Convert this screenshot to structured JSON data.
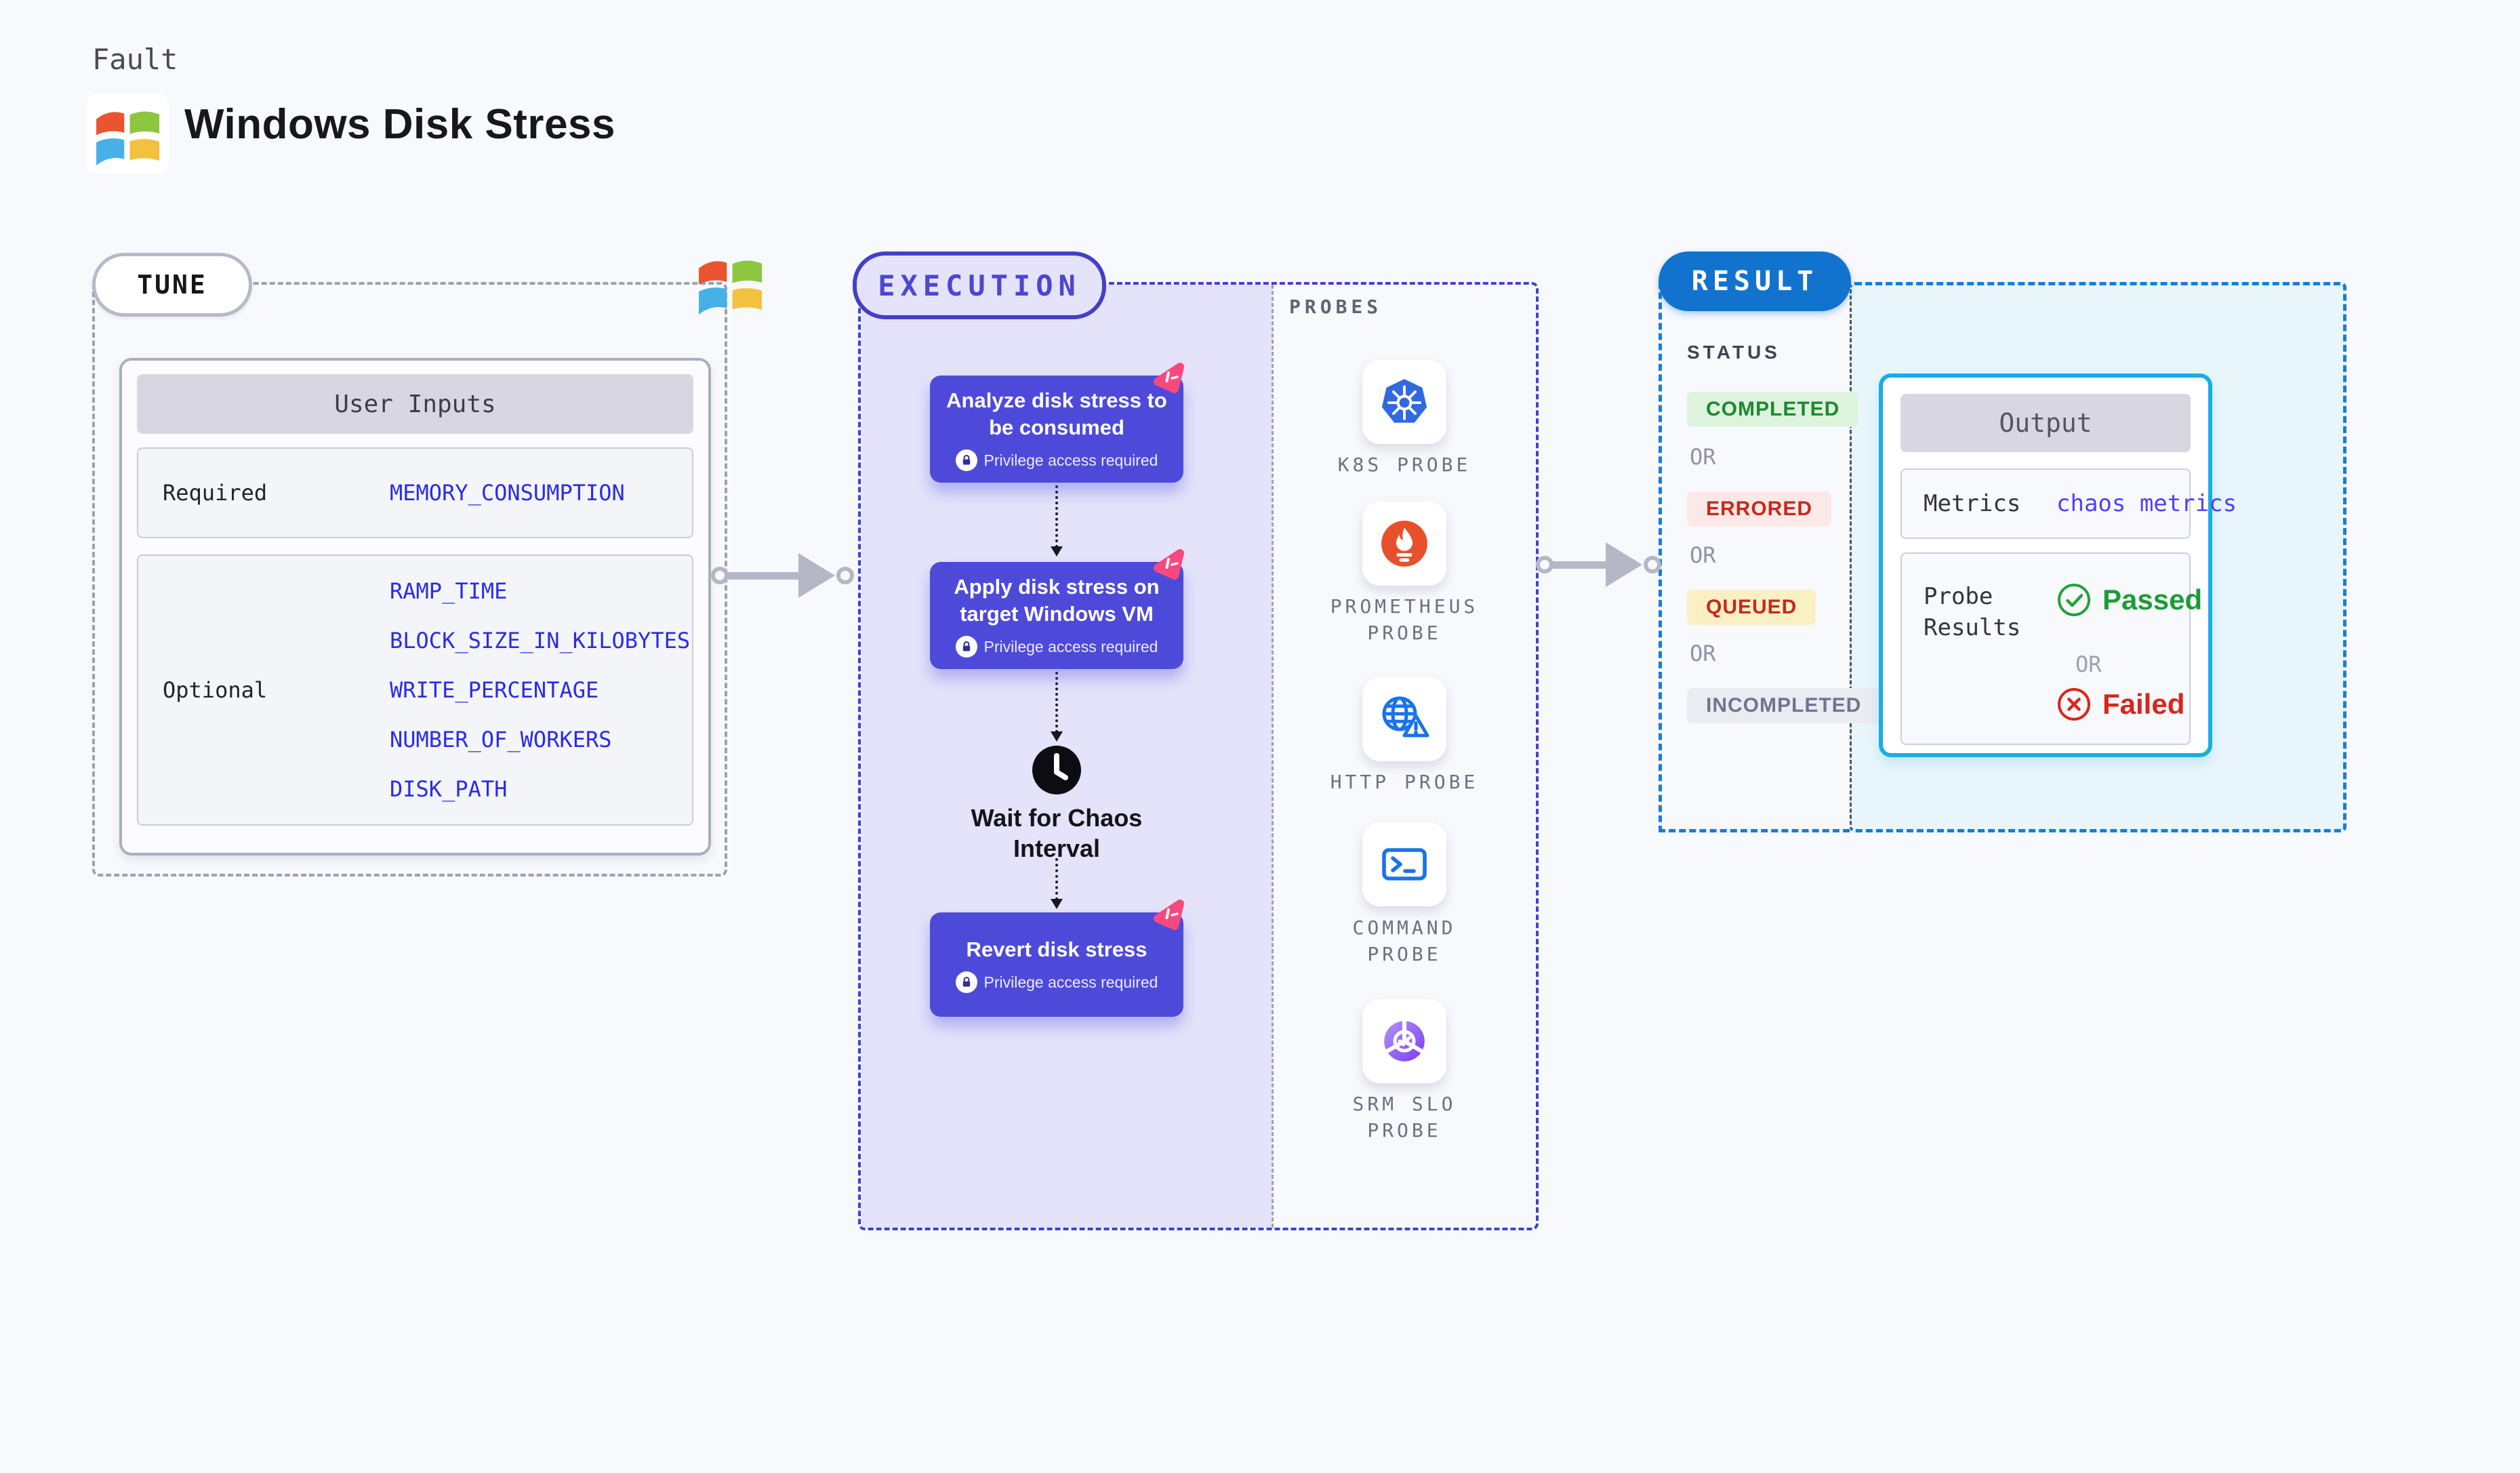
{
  "header": {
    "kicker": "Fault",
    "title": "Windows Disk Stress"
  },
  "tune": {
    "badge": "TUNE",
    "table": {
      "title": "User Inputs",
      "rows": [
        {
          "label": "Required",
          "values": [
            "MEMORY_CONSUMPTION"
          ]
        },
        {
          "label": "Optional",
          "values": [
            "RAMP_TIME",
            "BLOCK_SIZE_IN_KILOBYTES",
            "WRITE_PERCENTAGE",
            "NUMBER_OF_WORKERS",
            "DISK_PATH"
          ]
        }
      ]
    }
  },
  "execution": {
    "badge": "EXECUTION",
    "steps": [
      {
        "title": "Analyze disk stress to be consumed",
        "note": "Privilege access required"
      },
      {
        "title": "Apply disk stress on target Windows VM",
        "note": "Privilege access required"
      },
      {
        "title": "Revert disk stress",
        "note": "Privilege access required"
      }
    ],
    "wait_label": "Wait for Chaos Interval"
  },
  "probes": {
    "title": "PROBES",
    "items": [
      {
        "label": "K8S PROBE",
        "icon": "kubernetes-icon"
      },
      {
        "label": "PROMETHEUS PROBE",
        "icon": "prometheus-icon"
      },
      {
        "label": "HTTP PROBE",
        "icon": "http-globe-icon"
      },
      {
        "label": "COMMAND PROBE",
        "icon": "terminal-icon"
      },
      {
        "label": "SRM SLO PROBE",
        "icon": "slo-pie-icon"
      }
    ]
  },
  "result": {
    "badge": "RESULT",
    "status_label": "STATUS",
    "or_label": "OR",
    "statuses": [
      {
        "label": "COMPLETED",
        "color": "#1c8a2c",
        "bg": "#ddf3de"
      },
      {
        "label": "ERRORED",
        "color": "#c62a1d",
        "bg": "#fbe9e7"
      },
      {
        "label": "QUEUED",
        "color": "#c6281c",
        "bg": "#faf0c4"
      },
      {
        "label": "INCOMPLETED",
        "color": "#6f7590",
        "bg": "#eaecf2"
      }
    ],
    "output": {
      "title": "Output",
      "metrics_label": "Metrics",
      "metrics_value": "chaos metrics",
      "probe_results_label": "Probe Results",
      "passed_label": "Passed",
      "failed_label": "Failed"
    }
  },
  "colors": {
    "page_bg": "#f8f9fc",
    "step_card_indigo": "#4e4ad9",
    "execution_border": "#4143c8",
    "lavender_bg": "#e4e3fa",
    "tune_border_gray": "#9aa2b0",
    "result_pill_blue": "#1273cf",
    "result_dash_blue": "#1b7cd4",
    "cyan_bg": "#e8f6fc",
    "output_border_cyan": "#16aee4",
    "input_value_blue": "#2b2be8",
    "metrics_value_blue": "#5240ee",
    "passed_green": "#1d9b37",
    "failed_red": "#d8261c",
    "chaos_pink": "#f8497e",
    "kubernetes_blue": "#3069e0",
    "prometheus_orange": "#e6512c",
    "http_blue": "#1a73e8"
  }
}
